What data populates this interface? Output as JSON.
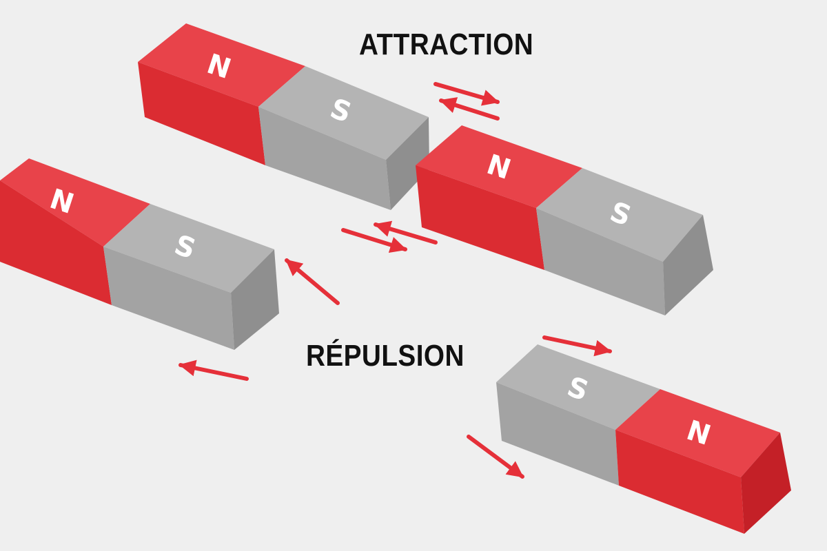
{
  "labels": {
    "attraction": "ATTRACTION",
    "repulsion": "RÉPULSION"
  },
  "poles": {
    "north": "N",
    "south": "S"
  },
  "colors": {
    "background": "#efefef",
    "north_top": "#e8434a",
    "north_front": "#db2c32",
    "north_side": "#c42027",
    "south_top": "#b4b4b4",
    "south_front": "#a3a3a3",
    "south_side": "#8f8f8f",
    "arrow": "#e53039",
    "text": "#111111"
  }
}
